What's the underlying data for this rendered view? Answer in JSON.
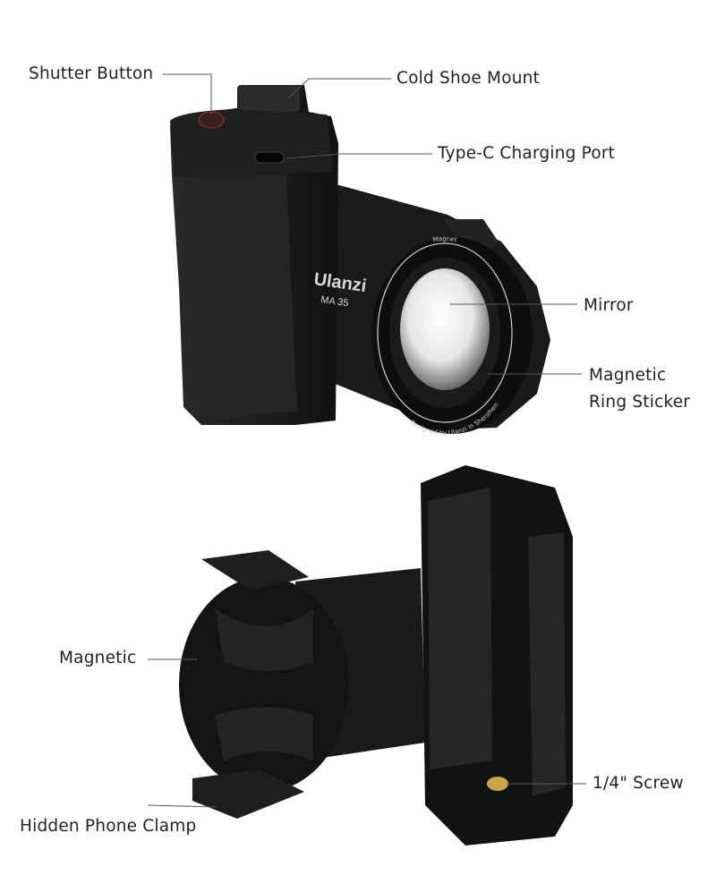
{
  "product": {
    "brand_mark": "Ulanzi",
    "model_mark": "MA 35",
    "ring_text_top": "Magnet",
    "ring_text_bottom": "Designed by Ulanzi in Shenzhen"
  },
  "callouts_top": [
    {
      "label": "Shutter Button"
    },
    {
      "label": "Cold Shoe Mount"
    },
    {
      "label": "Type-C Charging Port"
    },
    {
      "label": "Mirror"
    },
    {
      "label": "Magnetic"
    },
    {
      "label": "Ring Sticker"
    }
  ],
  "callouts_bottom": [
    {
      "label": "Magnetic"
    },
    {
      "label": "Hidden Phone Clamp"
    },
    {
      "label": "1/4\" Screw"
    }
  ],
  "colors": {
    "body": "#1c1c1e",
    "leader_line": "#555555",
    "text": "#222222",
    "screw": "#c9a64a"
  }
}
